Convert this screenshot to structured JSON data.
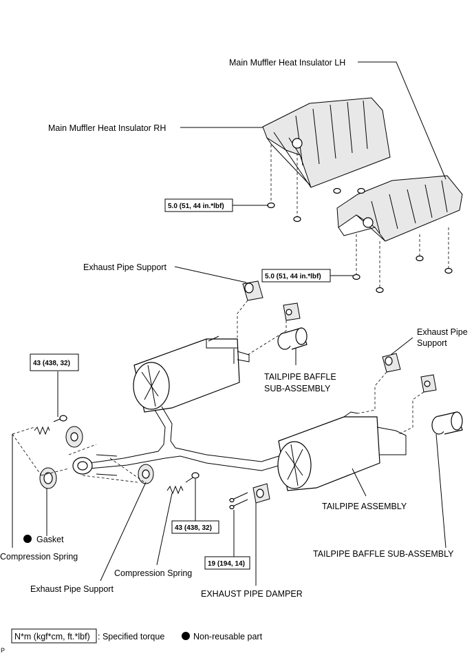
{
  "labels": {
    "insulator_lh": "Main Muffler Heat Insulator LH",
    "insulator_rh": "Main Muffler Heat Insulator RH",
    "exhaust_pipe_support_top": "Exhaust Pipe Support",
    "exhaust_pipe_support_right_1": "Exhaust Pipe",
    "exhaust_pipe_support_right_2": "Support",
    "tailpipe_baffle_1": "TAILPIPE BAFFLE",
    "tailpipe_baffle_2": "SUB-ASSEMBLY",
    "tailpipe_assembly": "TAILPIPE ASSEMBLY",
    "tailpipe_baffle_sub": "TAILPIPE BAFFLE SUB-ASSEMBLY",
    "gasket": "Gasket",
    "compression_spring_left": "Compression Spring",
    "compression_spring_mid": "Compression Spring",
    "exhaust_pipe_support_bottom": "Exhaust Pipe Support",
    "exhaust_pipe_damper": "EXHAUST PIPE DAMPER"
  },
  "torques": {
    "t1": "5.0 (51, 44 in.*lbf)",
    "t2": "5.0 (51, 44 in.*lbf)",
    "t3": "43 (438, 32)",
    "t4": "43 (438, 32)",
    "t5": "19 (194, 14)"
  },
  "legend": {
    "unit_box": "N*m (kgf*cm, ft.*lbf)",
    "unit_text": ": Specified torque",
    "nonreusable": "Non-reusable part"
  },
  "corner_mark": "P"
}
